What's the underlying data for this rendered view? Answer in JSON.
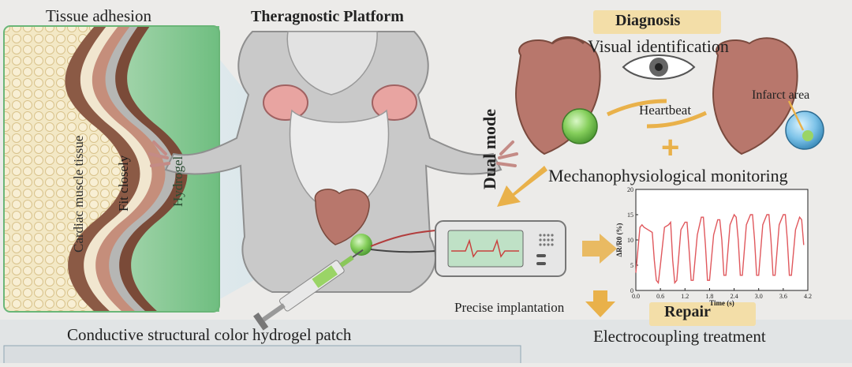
{
  "labels": {
    "tissue_adhesion": "Tissue adhesion",
    "platform_title": "Theragnostic Platform",
    "diagnosis": "Diagnosis",
    "visual_identification": "Visual identification",
    "heartbeat": "Heartbeat",
    "infarct_area": "Infarct area",
    "dual_mode": "Dual mode",
    "mechano_monitoring": "Mechanophysiological monitoring",
    "cardiac_muscle": "Cardiac muscle tissue",
    "fit_closely": "Fit closely",
    "hydrogel": "Hydrogel",
    "precise_implantation": "Precise implantation",
    "repair": "Repair",
    "electrocoupling": "Electrocoupling treatment",
    "patch": "Conductive structural color hydrogel patch",
    "plus": "+"
  },
  "colors": {
    "background": "#ecebe9",
    "hydrogel_green": "#7fc48e",
    "heart": "#b8776c",
    "badge": "#f3dea8",
    "signal": "#e0585d",
    "arrow": "#e9b14a"
  },
  "chart_data": {
    "type": "line",
    "ylabel": "ΔR/R0 (%)",
    "xlabel": "Time (s)",
    "xlim": [
      0,
      4.2
    ],
    "ylim": [
      0,
      20
    ],
    "xticks": [
      "0.0",
      "0.6",
      "1.2",
      "1.8",
      "2.4",
      "3.0",
      "3.6",
      "4.2"
    ],
    "yticks": [
      "0",
      "5",
      "10",
      "15",
      "20"
    ],
    "x": [
      0.0,
      0.05,
      0.1,
      0.15,
      0.2,
      0.3,
      0.4,
      0.45,
      0.5,
      0.55,
      0.6,
      0.7,
      0.8,
      0.85,
      0.9,
      0.95,
      1.0,
      1.1,
      1.2,
      1.25,
      1.3,
      1.35,
      1.4,
      1.5,
      1.6,
      1.65,
      1.7,
      1.75,
      1.8,
      1.9,
      2.0,
      2.05,
      2.1,
      2.15,
      2.2,
      2.3,
      2.4,
      2.45,
      2.5,
      2.55,
      2.6,
      2.7,
      2.8,
      2.85,
      2.9,
      2.95,
      3.0,
      3.1,
      3.2,
      3.25,
      3.3,
      3.35,
      3.4,
      3.5,
      3.6,
      3.65,
      3.7,
      3.75,
      3.8,
      3.9,
      4.0,
      4.05,
      4.1
    ],
    "y": [
      3.5,
      8,
      12.5,
      13,
      12.5,
      12,
      11.5,
      6,
      2,
      1.5,
      5,
      12.5,
      13,
      13.5,
      6,
      1.5,
      2,
      12,
      13.5,
      13.5,
      8,
      2,
      2,
      11,
      14.5,
      14.5,
      9,
      2,
      2,
      11,
      14,
      14,
      10,
      3,
      3,
      13,
      15,
      14.5,
      10,
      3,
      3,
      13,
      15,
      15,
      10,
      3,
      3,
      13,
      15,
      15,
      10,
      3,
      3,
      13,
      15,
      15,
      10,
      3,
      3,
      12,
      14.5,
      14,
      9
    ]
  }
}
